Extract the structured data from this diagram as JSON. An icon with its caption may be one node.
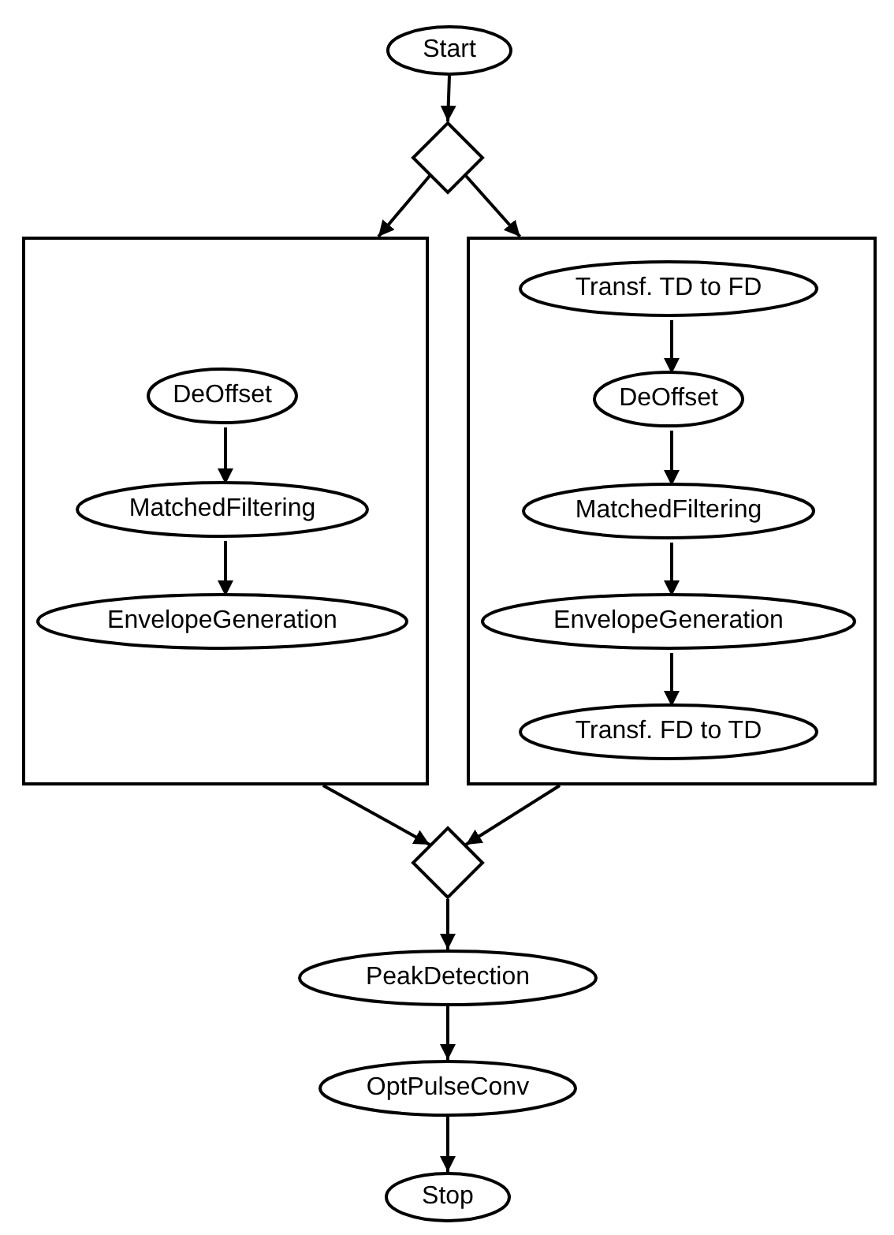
{
  "diagram": {
    "nodes": [
      {
        "text": [
          "Start"
        ]
      },
      {
        "text": [],
        "shape": "diamond"
      },
      {
        "text": [],
        "shape": "box"
      },
      {
        "text": [
          "DeOffset"
        ],
        "in": 2
      },
      {
        "text": [
          "MatchedFiltering"
        ],
        "in": 2
      },
      {
        "text": [
          "EnvelopeGeneration"
        ],
        "in": 2
      },
      {
        "text": [],
        "shape": "box"
      },
      {
        "text": [
          "Transf. TD to FD"
        ],
        "in": 6
      },
      {
        "text": [
          "DeOffset"
        ],
        "in": 6
      },
      {
        "text": [
          "MatchedFiltering"
        ],
        "in": 6
      },
      {
        "text": [
          "EnvelopeGeneration"
        ],
        "in": 6
      },
      {
        "text": [
          "Transf. FD to TD"
        ],
        "in": 6
      },
      {
        "text": [],
        "shape": "diamond"
      },
      {
        "text": [
          "PeakDetection"
        ]
      },
      {
        "text": [
          "OptPulseConv"
        ]
      },
      {
        "text": [
          "Stop"
        ]
      }
    ],
    "edges": [
      {
        "from": 0,
        "to": 1,
        "arrow": "to"
      },
      {
        "from": 1,
        "to": 2,
        "arrow": "to"
      },
      {
        "from": 1,
        "to": 6,
        "arrow": "to"
      },
      {
        "from": 3,
        "to": 4,
        "arrow": "to"
      },
      {
        "from": 4,
        "to": 5,
        "arrow": "to"
      },
      {
        "from": 7,
        "to": 8,
        "arrow": "to"
      },
      {
        "from": 8,
        "to": 9,
        "arrow": "to"
      },
      {
        "from": 9,
        "to": 10,
        "arrow": "to"
      },
      {
        "from": 10,
        "to": 11,
        "arrow": "to"
      },
      {
        "from": 2,
        "to": 12,
        "arrow": "to"
      },
      {
        "from": 6,
        "to": 12,
        "arrow": "to"
      },
      {
        "from": 12,
        "to": 13,
        "arrow": "to"
      },
      {
        "from": 13,
        "to": 14,
        "arrow": "to"
      },
      {
        "from": 14,
        "to": 15,
        "arrow": "to"
      }
    ]
  }
}
